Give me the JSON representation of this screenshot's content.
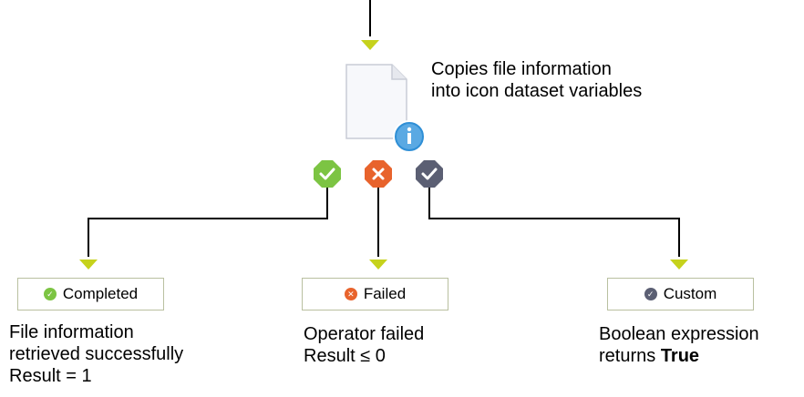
{
  "colors": {
    "connector": "#000000",
    "arrow": "#c6d21c",
    "completed": "#7cc443",
    "failed": "#e8632c",
    "custom": "#5b5f73",
    "info": "#2f8fd6"
  },
  "icons": {
    "document": "document-icon",
    "info": "info-icon",
    "completed": "check-icon",
    "failed": "x-icon",
    "custom": "custom-check-icon"
  },
  "operator": {
    "description_line1": "Copies file information",
    "description_line2": "into icon dataset variables"
  },
  "outcomes": {
    "completed": {
      "label": "Completed",
      "desc_line1": "File information",
      "desc_line2": "retrieved successfully",
      "desc_line3": "Result = 1"
    },
    "failed": {
      "label": "Failed",
      "desc_line1": "Operator failed",
      "desc_line2": "Result ≤ 0"
    },
    "custom": {
      "label": "Custom",
      "desc_line1": "Boolean expression",
      "desc_line2_prefix": "returns ",
      "desc_line2_bold": "True"
    }
  }
}
